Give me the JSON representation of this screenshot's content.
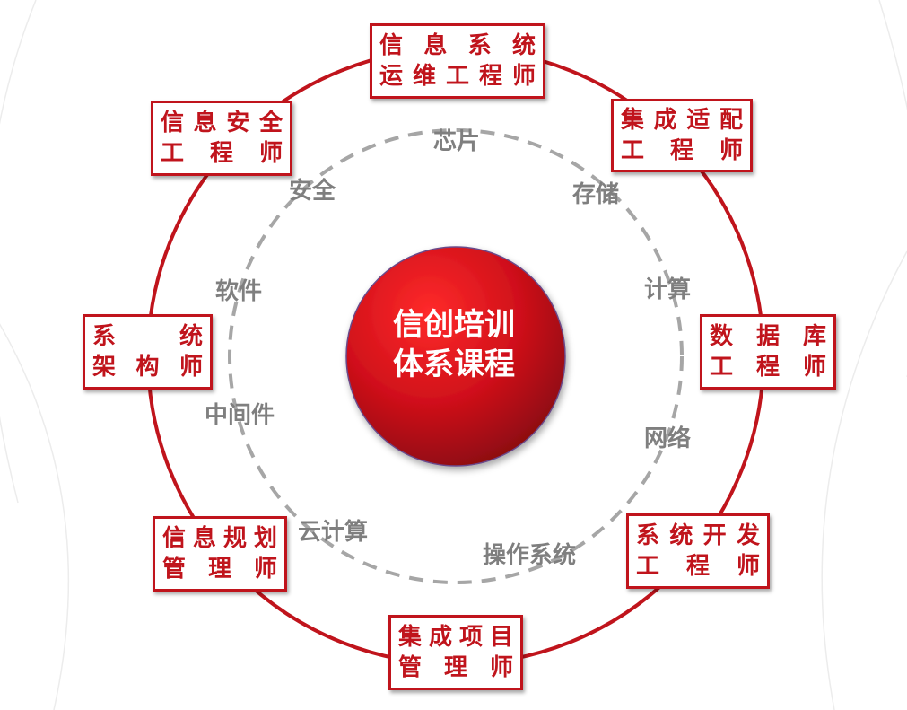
{
  "center": {
    "line1": "信创培训",
    "line2": "体系课程"
  },
  "roles": [
    {
      "id": "ops",
      "line1": "信 息 系 统",
      "line2": "运维工程师"
    },
    {
      "id": "adapt",
      "line1": "集成适配",
      "line2": "工 程 师"
    },
    {
      "id": "db",
      "line1": "数 据 库",
      "line2": "工 程 师"
    },
    {
      "id": "dev",
      "line1": "系统开发",
      "line2": "工 程 师"
    },
    {
      "id": "pm",
      "line1": "集成项目",
      "line2": "管 理 师"
    },
    {
      "id": "plan",
      "line1": "信息规划",
      "line2": "管 理 师"
    },
    {
      "id": "arch",
      "line1": "系　　统",
      "line2": "架 构 师"
    },
    {
      "id": "security",
      "line1": "信息安全",
      "line2": "工 程 师"
    }
  ],
  "tech": {
    "chip": "芯片",
    "storage": "存储",
    "compute": "计算",
    "network": "网络",
    "os": "操作系统",
    "cloud": "云计算",
    "middleware": "中间件",
    "software": "软件",
    "safety": "安全"
  },
  "colors": {
    "primary_red": "#c0141c",
    "tech_gray": "#7f7f7f",
    "dash_gray": "#a6a6a6"
  }
}
